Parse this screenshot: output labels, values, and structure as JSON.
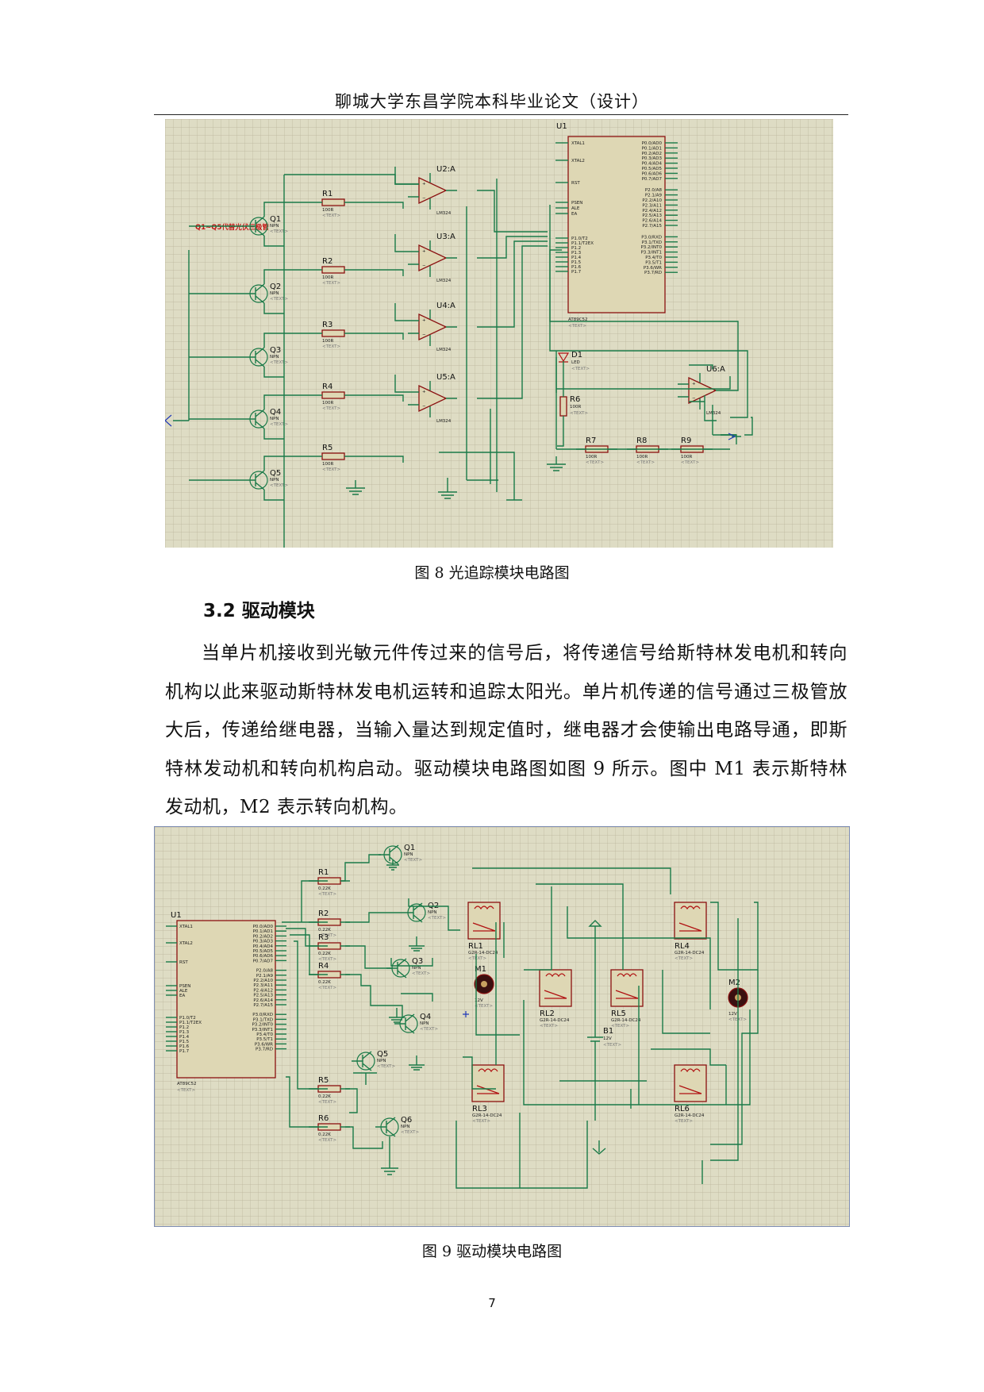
{
  "header": {
    "title": "聊城大学东昌学院本科毕业论文（设计）"
  },
  "figure8": {
    "caption": "图 8  光追踪模块电路图",
    "annotation": "Q1~Q5代替光伏三极管",
    "mcu_label": "U1",
    "mcu_part": "AT89C52",
    "mcu_left_pins": [
      "XTAL1",
      "XTAL2",
      "RST",
      "PSEN",
      "ALE",
      "EA",
      "P1.0/T2",
      "P1.1/T2EX",
      "P1.2",
      "P1.3",
      "P1.4",
      "P1.5",
      "P1.6",
      "P1.7"
    ],
    "mcu_right_pins": [
      "P0.0/AD0",
      "P0.1/AD1",
      "P0.2/AD2",
      "P0.3/AD3",
      "P0.4/AD4",
      "P0.5/AD5",
      "P0.6/AD6",
      "P0.7/AD7",
      "P2.0/A8",
      "P2.1/A9",
      "P2.2/A10",
      "P2.3/A11",
      "P2.4/A12",
      "P2.5/A13",
      "P2.6/A14",
      "P2.7/A15",
      "P3.0/RXD",
      "P3.1/TXD",
      "P3.2/INT0",
      "P3.3/INT1",
      "P3.4/T0",
      "P3.5/T1",
      "P3.6/WR",
      "P3.7/RD"
    ],
    "transistors": [
      "Q1",
      "Q2",
      "Q3",
      "Q4",
      "Q5"
    ],
    "resistors": [
      "R1",
      "R2",
      "R3",
      "R4",
      "R5"
    ],
    "opamps": [
      "U2:A",
      "U3:A",
      "U4:A",
      "U5:A"
    ],
    "opamp_part": "LM324",
    "npn": "NPN",
    "text_placeholder": "<TEXT>",
    "resistor_value": "100R",
    "led_label": "D1",
    "led_part": "LED",
    "r6_label": "R6",
    "r6_value": "100R",
    "r7_label": "R7",
    "r8_label": "R8",
    "r9_label": "R9",
    "u6_label": "U6:A",
    "u6_part": "LM324"
  },
  "section": {
    "heading": "3.2 驱动模块"
  },
  "paragraph": "当单片机接收到光敏元件传过来的信号后，将传递信号给斯特林发电机和转向机构以此来驱动斯特林发电机运转和追踪太阳光。单片机传递的信号通过三极管放大后，传递给继电器，当输入量达到规定值时，继电器才会使输出电路导通，即斯特林发动机和转向机构启动。驱动模块电路图如图 9 所示。图中 M1 表示斯特林发动机，M2 表示转向机构。",
  "figure9": {
    "caption": "图 9  驱动模块电路图",
    "mcu_label": "U1",
    "mcu_part": "AT89C52",
    "transistors": [
      "Q1",
      "Q2",
      "Q3",
      "Q4",
      "Q5",
      "Q6"
    ],
    "resistors": [
      "R1",
      "R2",
      "R3",
      "R4",
      "R5",
      "R6"
    ],
    "resistor_value": "0.22K",
    "relays": [
      "RL1",
      "RL2",
      "RL3",
      "RL4",
      "RL5",
      "RL6"
    ],
    "relay_part": "G2R-14-DC24",
    "motors": [
      "M1",
      "M2"
    ],
    "motor_voltage": "12V",
    "battery_label": "B1",
    "battery_voltage": "12V",
    "npn": "NPN",
    "text_placeholder": "<TEXT>"
  },
  "page_number": "7"
}
